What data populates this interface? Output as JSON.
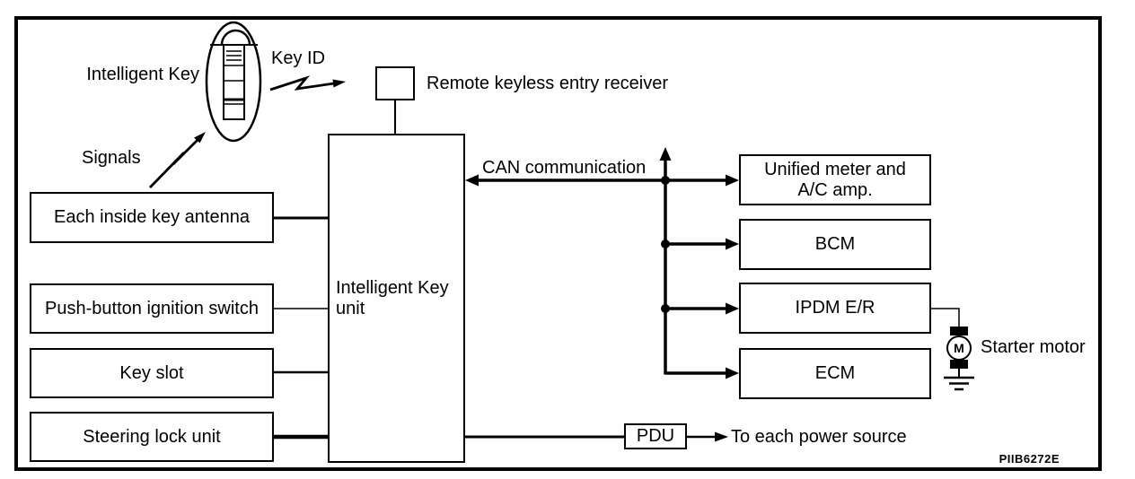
{
  "diagram": {
    "title_semantics": "Intelligent Key system block diagram",
    "colors": {
      "line": "#000000",
      "background": "#ffffff"
    },
    "figure_code": "PIIB6272E",
    "fob": {
      "label": "Intelligent Key"
    },
    "signals_label": "Signals",
    "key_id_label": "Key ID",
    "receiver_label": "Remote keyless entry receiver",
    "left_boxes": [
      {
        "label": "Each inside key antenna"
      },
      {
        "label": "Push-button ignition switch"
      },
      {
        "label": "Key slot"
      },
      {
        "label": "Steering lock unit"
      }
    ],
    "unit_label": "Intelligent Key\nunit",
    "can_label": "CAN communication",
    "right_boxes": [
      {
        "label": "Unified meter and\nA/C amp."
      },
      {
        "label": "BCM"
      },
      {
        "label": "IPDM E/R"
      },
      {
        "label": "ECM"
      }
    ],
    "motor": {
      "symbol": "M",
      "label": "Starter motor"
    },
    "pdu_label": "PDU",
    "power_label": "To each power source"
  }
}
